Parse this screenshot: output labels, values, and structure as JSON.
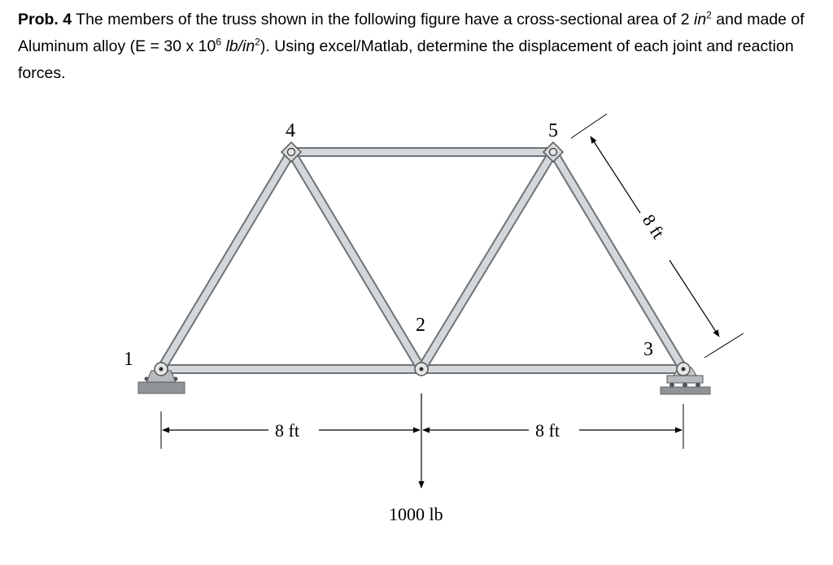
{
  "problem": {
    "prefix": "Prob. 4",
    "s1": " The members of the truss shown in the following figure have a cross-sectional area of 2 ",
    "unit_in": "in",
    "exp_area": "2",
    "s2": " and made of Aluminum alloy (E = 30 x 10",
    "exp_E": "6",
    "unit_lbin": "lb/in",
    "exp_unit": "2",
    "s3": "). Using excel/Matlab, determine the displacement of each joint and reaction forces."
  },
  "figure": {
    "nodes": {
      "n1": "1",
      "n2": "2",
      "n3": "3",
      "n4": "4",
      "n5": "5"
    },
    "dim_left": "8 ft",
    "dim_right": "8 ft",
    "dim_diag": "8 ft",
    "load": "1000 lb"
  },
  "colors": {
    "member_fill": "#cfd3d6",
    "member_edge": "#6f7477",
    "support": "#8f9498"
  }
}
